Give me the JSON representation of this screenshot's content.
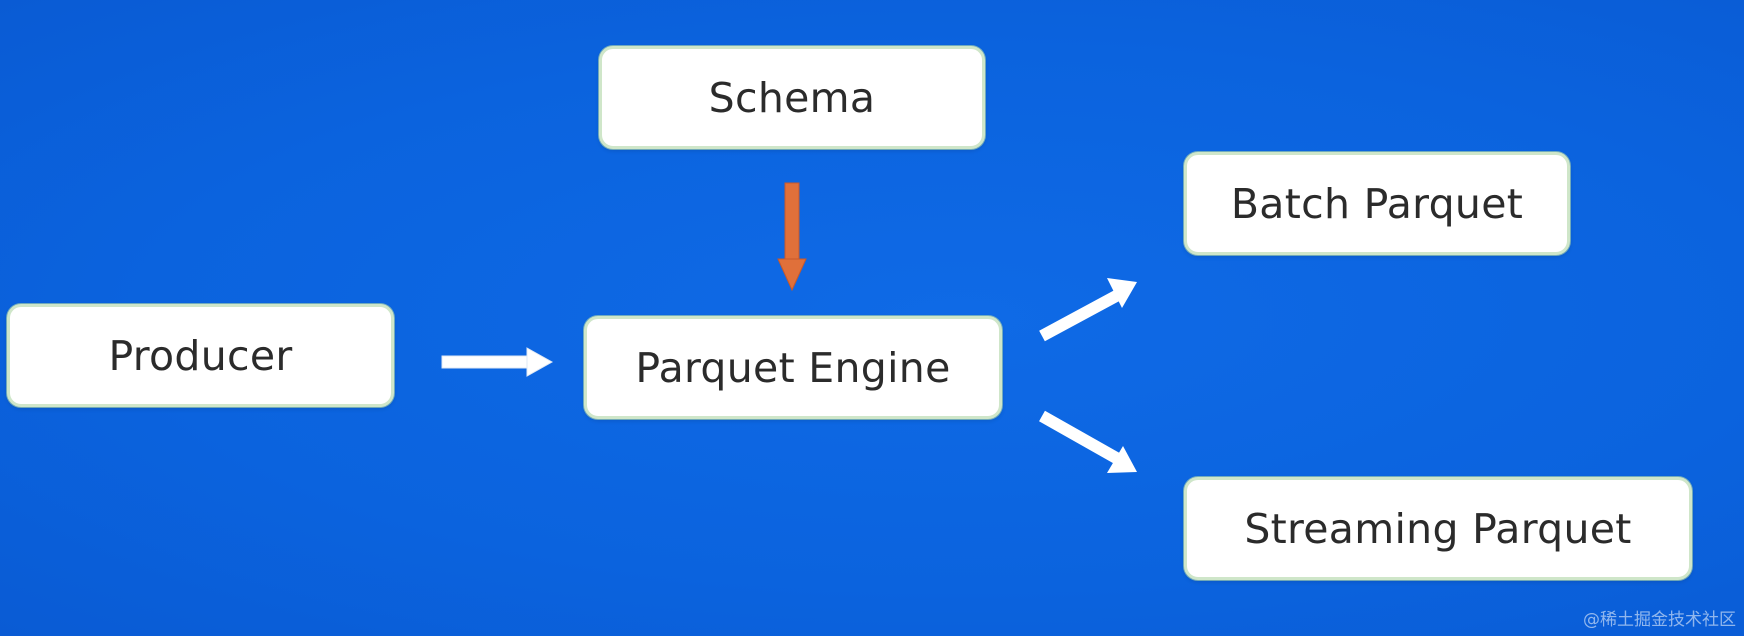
{
  "diagram": {
    "nodes": {
      "schema": "Schema",
      "producer": "Producer",
      "engine": "Parquet Engine",
      "batch": "Batch Parquet",
      "streaming": "Streaming Parquet"
    },
    "edges": [
      {
        "from": "Schema",
        "to": "Parquet Engine",
        "color": "#e0703a"
      },
      {
        "from": "Producer",
        "to": "Parquet Engine",
        "color": "#ffffff"
      },
      {
        "from": "Parquet Engine",
        "to": "Batch Parquet",
        "color": "#ffffff"
      },
      {
        "from": "Parquet Engine",
        "to": "Streaming Parquet",
        "color": "#ffffff"
      }
    ]
  },
  "colors": {
    "background": "#0b63de",
    "node_fill": "#ffffff",
    "node_border": "#cfe6c9",
    "schema_arrow": "#e0703a",
    "flow_arrow": "#ffffff"
  },
  "watermark": "@稀土掘金技术社区"
}
